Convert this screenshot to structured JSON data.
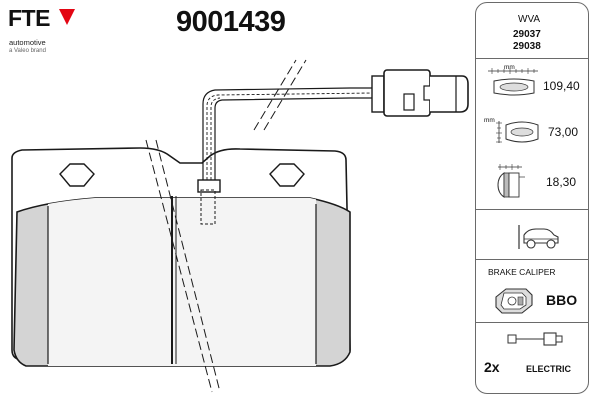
{
  "brand": {
    "logo_text": "FTE",
    "subtitle": "automotive",
    "tagline": "a Valeo brand"
  },
  "part_number": "9001439",
  "wva": {
    "label": "WVA",
    "numbers": [
      "29037",
      "29038"
    ]
  },
  "dimensions": [
    {
      "unit": "mm",
      "value": "109,40",
      "icon": "pad-width-icon"
    },
    {
      "unit": "mm",
      "value": "73,00",
      "icon": "pad-height-icon"
    },
    {
      "unit": "",
      "value": "18,30",
      "icon": "pad-thickness-icon"
    }
  ],
  "axle_icon": "front-axle-car-icon",
  "brake_caliper": {
    "label": "BRAKE CALIPER",
    "value": "BBO",
    "icon": "caliper-icon"
  },
  "wear_indicator": {
    "count": "2x",
    "type": "ELECTRIC",
    "icon": "wear-sensor-icon"
  },
  "colors": {
    "logo_accent": "#e30613",
    "pad_friction": "#d4d4d4",
    "outline": "#1a1a1a",
    "panel_border": "#6a6a6a"
  }
}
